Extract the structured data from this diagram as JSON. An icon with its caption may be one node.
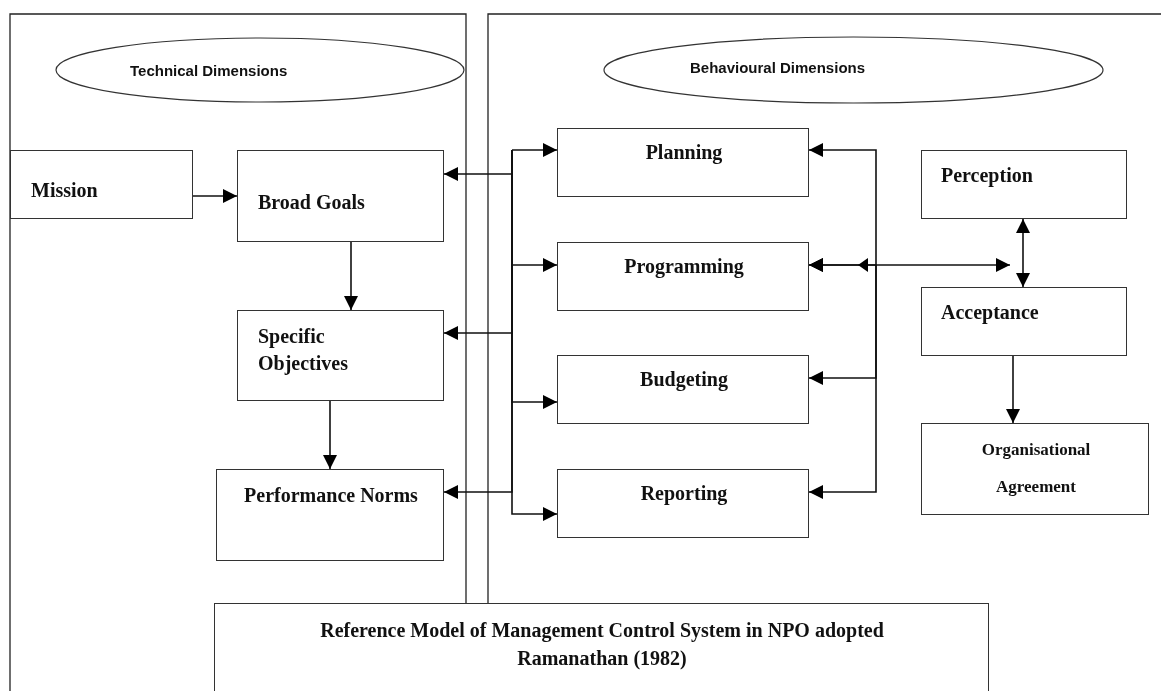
{
  "diagram": {
    "nodes": [
      {
        "text": [
          "Technical Dimensions"
        ]
      },
      {
        "text": [
          "Behavioural Dimensions"
        ]
      },
      {
        "text": [
          "Mission"
        ]
      },
      {
        "text": [
          "Broad Goals"
        ]
      },
      {
        "text": [
          "Specific Objectives"
        ]
      },
      {
        "text": [
          "Performance Norms"
        ]
      },
      {
        "text": [
          "Planning"
        ]
      },
      {
        "text": [
          "Programming"
        ]
      },
      {
        "text": [
          "Budgeting"
        ]
      },
      {
        "text": [
          "Reporting"
        ]
      },
      {
        "text": [
          "Perception"
        ]
      },
      {
        "text": [
          "Acceptance"
        ]
      },
      {
        "text": [
          "Organisational Agreement"
        ]
      },
      {
        "text": [
          "Reference Model of Management Control System in NPO adopted Ramanathan (1982)"
        ]
      }
    ],
    "edges": [
      {
        "from": 2,
        "to": 3,
        "arrow": "to"
      },
      {
        "from": 3,
        "to": 4,
        "arrow": "to"
      },
      {
        "from": 4,
        "to": 5,
        "arrow": "to"
      },
      {
        "from": null,
        "to": 3,
        "arrow": "to"
      },
      {
        "from": null,
        "to": 4,
        "arrow": "to"
      },
      {
        "from": null,
        "to": 5,
        "arrow": "to"
      },
      {
        "from": null,
        "to": 6,
        "arrow": "to"
      },
      {
        "from": null,
        "to": 7,
        "arrow": "to"
      },
      {
        "from": null,
        "to": 8,
        "arrow": "to"
      },
      {
        "from": null,
        "to": 9,
        "arrow": "to"
      },
      {
        "from": null,
        "to": 6,
        "arrow": "to"
      },
      {
        "from": null,
        "to": 7,
        "arrow": "to"
      },
      {
        "from": null,
        "to": 8,
        "arrow": "to"
      },
      {
        "from": null,
        "to": 9,
        "arrow": "to"
      },
      {
        "from": 7,
        "to": 11,
        "arrow": "both"
      },
      {
        "from": 10,
        "to": 11,
        "arrow": "both"
      },
      {
        "from": 11,
        "to": 12,
        "arrow": "to"
      }
    ]
  }
}
